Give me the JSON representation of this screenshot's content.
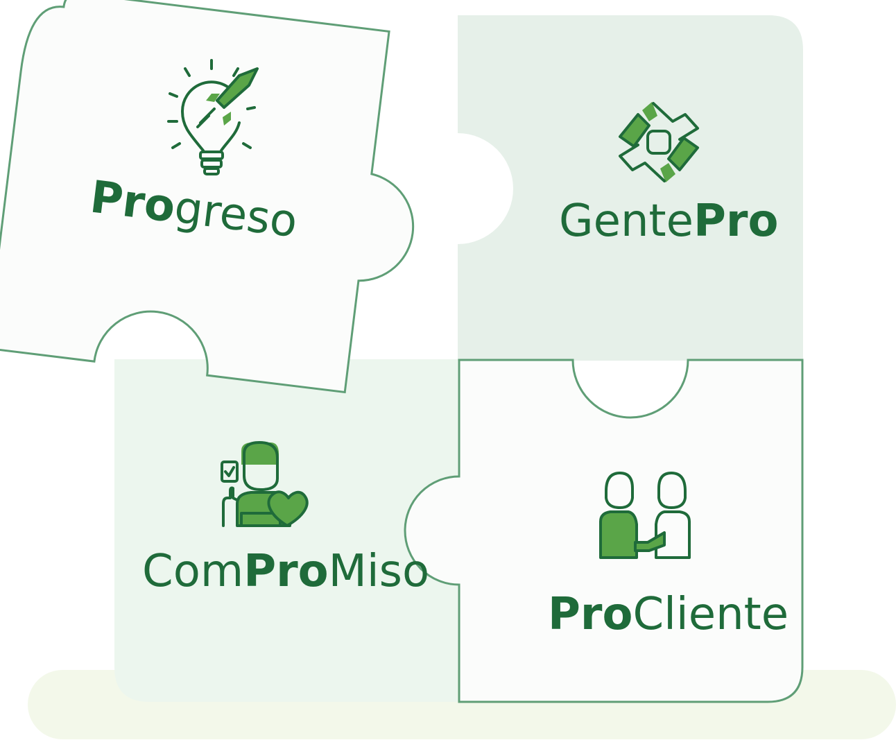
{
  "colors": {
    "ink": "#1f6b3a",
    "accent": "#5aa548",
    "outline": "#5f9e76",
    "piece_light": "#fbfcfb",
    "piece_sage": "#e6f0e9",
    "piece_mint": "#ecf6ee",
    "ground": "#f3f8ea"
  },
  "pieces": [
    {
      "icon": "lightbulb-rocket-icon",
      "label": [
        {
          "text": "Pro",
          "weight": "bold"
        },
        {
          "text": "greso",
          "weight": "light"
        }
      ]
    },
    {
      "icon": "joined-hands-icon",
      "label": [
        {
          "text": "Gente",
          "weight": "light"
        },
        {
          "text": "Pro",
          "weight": "bold"
        }
      ]
    },
    {
      "icon": "volunteer-heart-icon",
      "label": [
        {
          "text": "Com",
          "weight": "light"
        },
        {
          "text": "Pro",
          "weight": "bold"
        },
        {
          "text": "Miso",
          "weight": "light"
        }
      ]
    },
    {
      "icon": "handshake-icon",
      "label": [
        {
          "text": "Pro",
          "weight": "bold"
        },
        {
          "text": "Cliente",
          "weight": "light"
        }
      ]
    }
  ]
}
